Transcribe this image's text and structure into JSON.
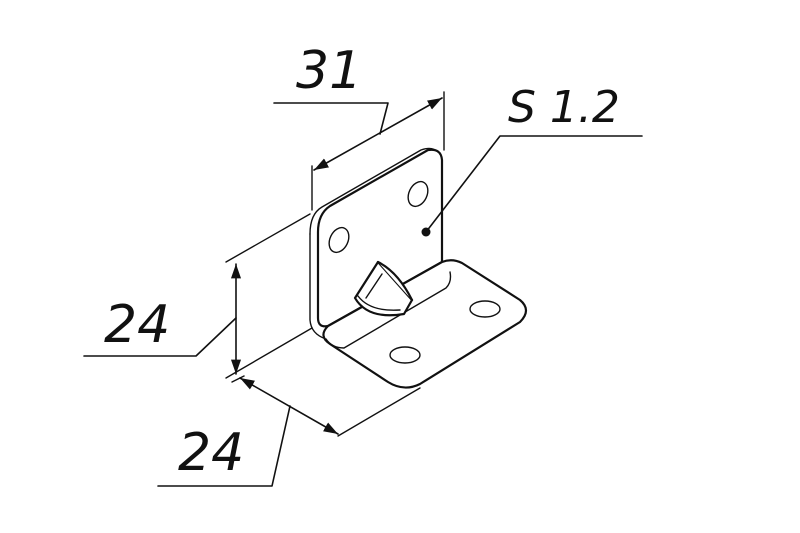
{
  "drawing": {
    "dimensions": {
      "width_top": "31",
      "height_left": "24",
      "depth_bottom": "24"
    },
    "thickness_label": "S 1.2",
    "colors": {
      "line": "#111111",
      "background": "#ffffff"
    }
  }
}
